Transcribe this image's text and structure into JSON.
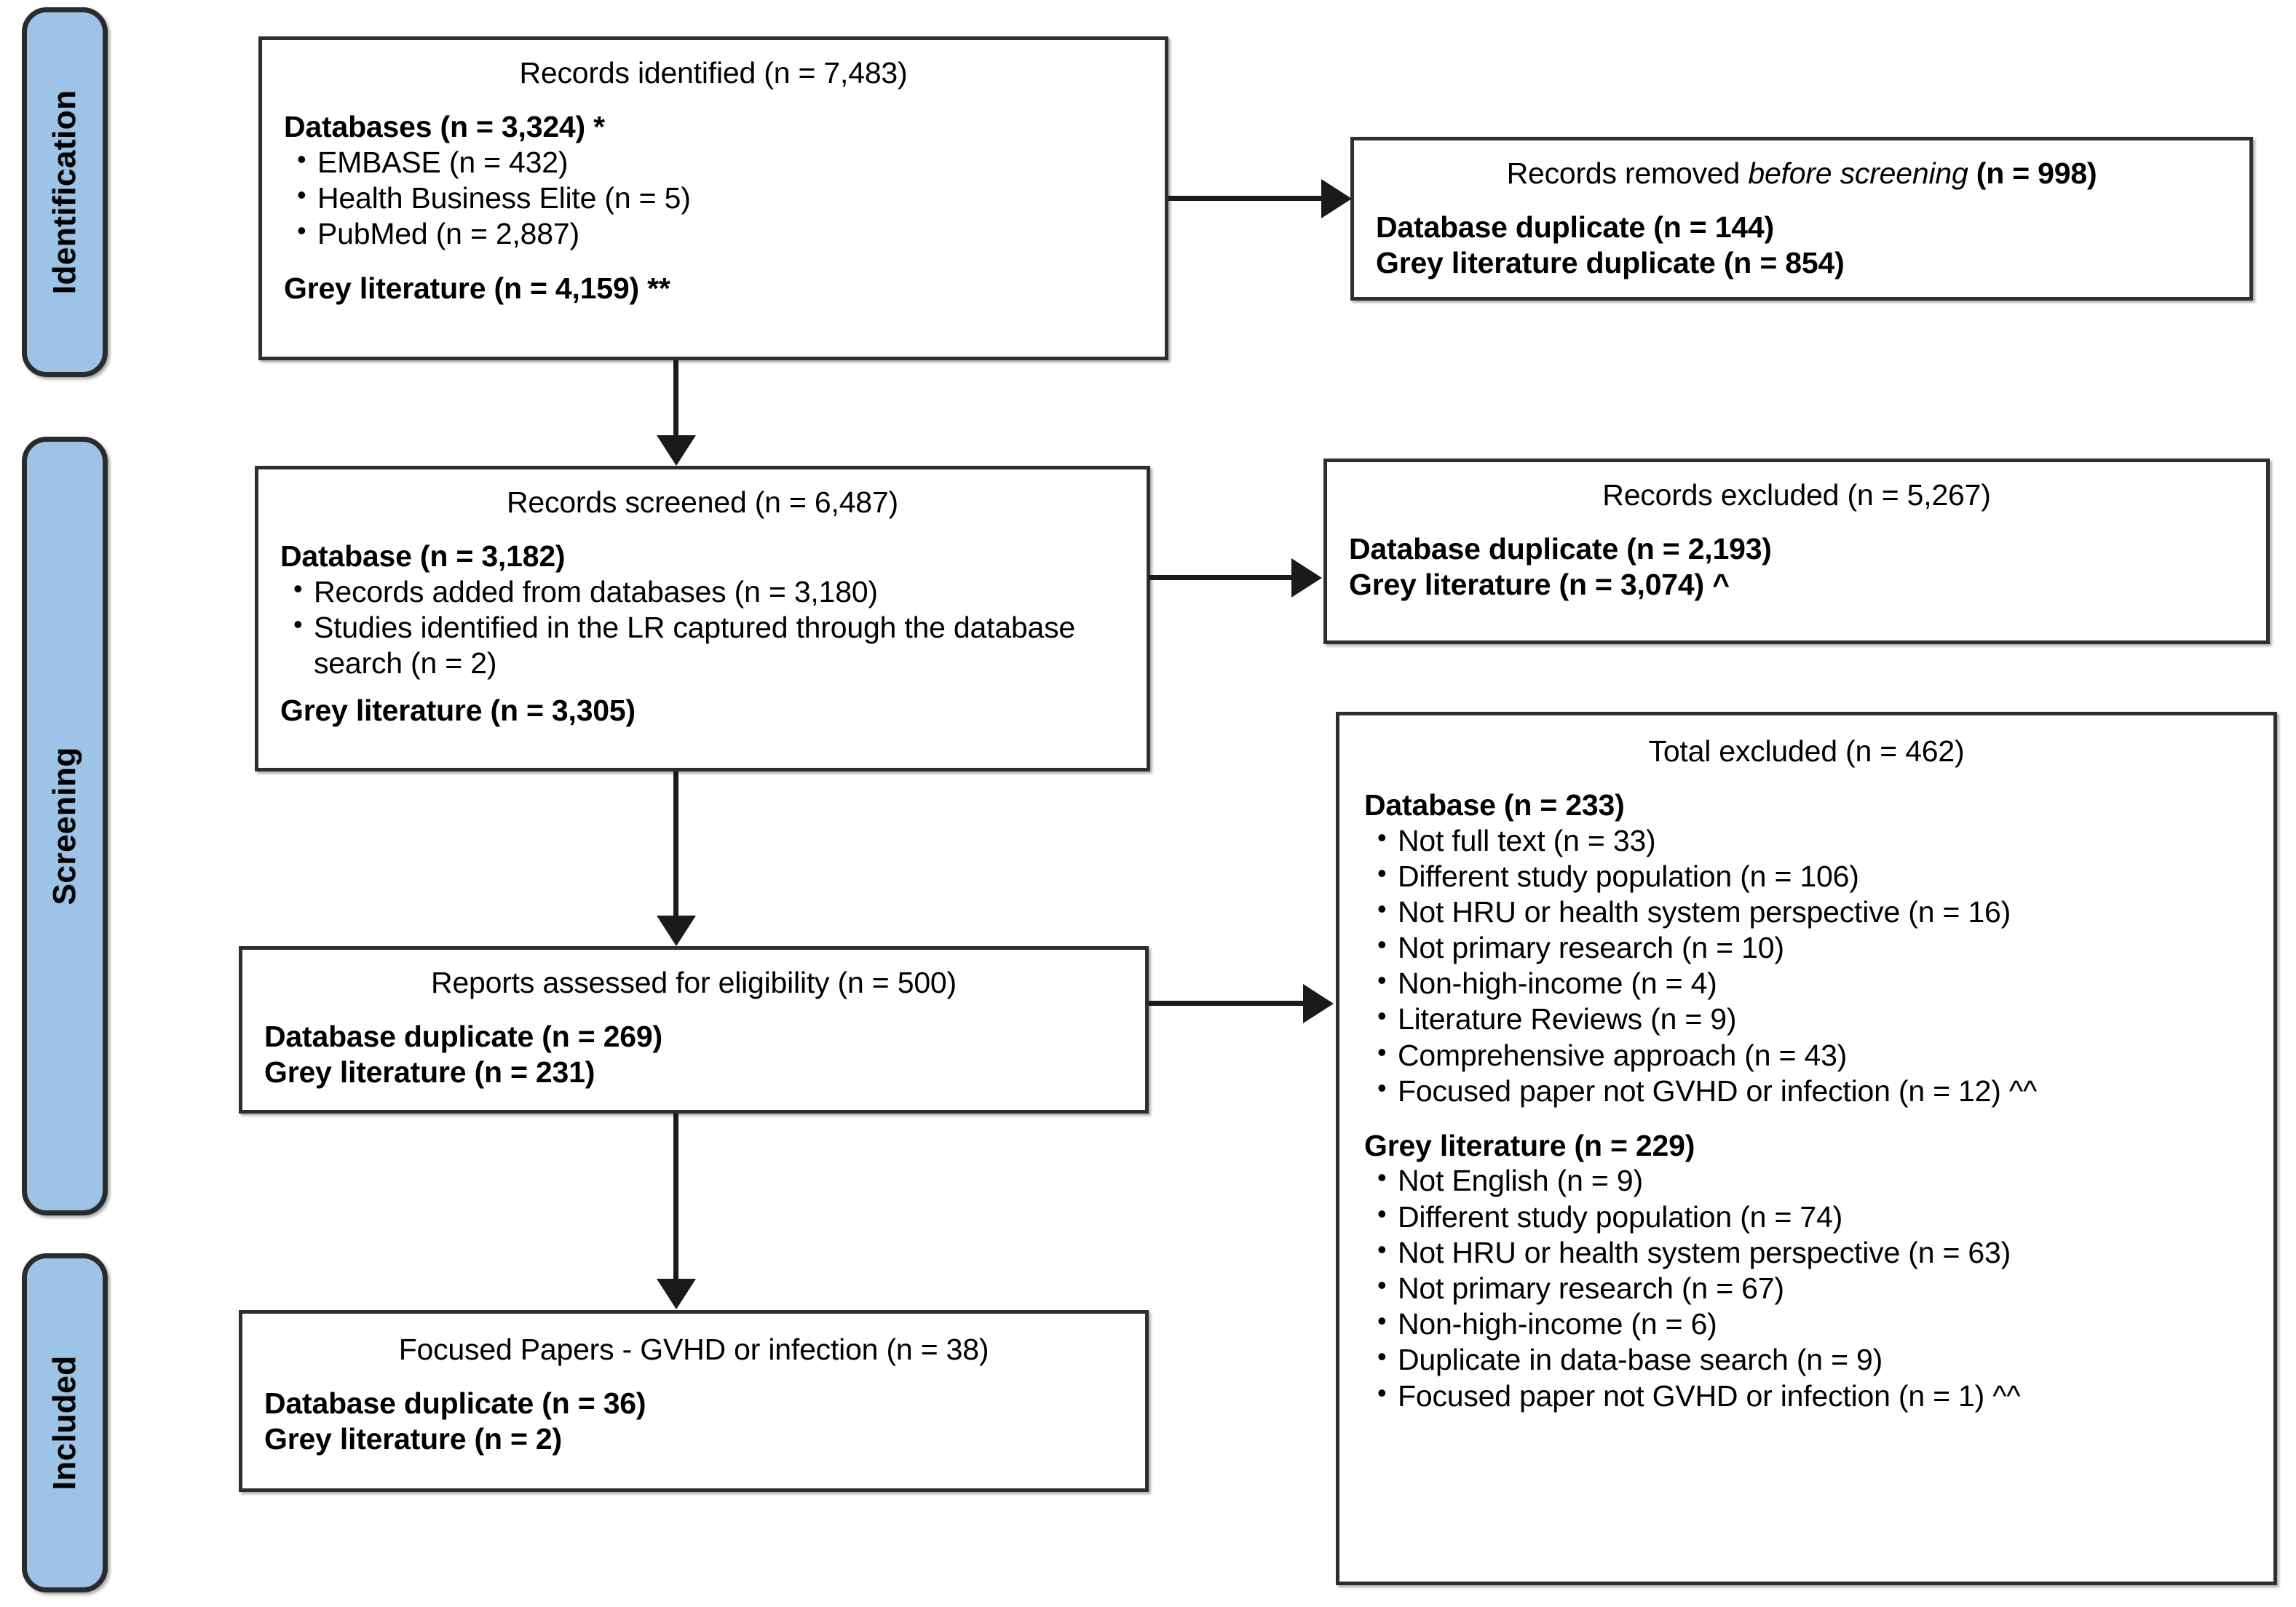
{
  "diagram": {
    "type": "prisma-flow-diagram",
    "stages": [
      {
        "id": "identification",
        "label": "Identification"
      },
      {
        "id": "screening",
        "label": "Screening"
      },
      {
        "id": "included",
        "label": "Included"
      }
    ],
    "boxes": {
      "records_identified": {
        "title": "Records identified (n = 7,483)",
        "db_heading": "Databases (n = 3,324) *",
        "db_bullets": [
          "EMBASE  (n = 432)",
          "Health Business Elite (n = 5)",
          "PubMed (n = 2,887)"
        ],
        "grey_line": "Grey literature (n = 4,159) **"
      },
      "records_removed": {
        "title_prefix": "Records removed ",
        "title_italic": "before screening",
        "title_suffix": " (n = 998)",
        "lines": [
          "Database duplicate (n = 144)",
          "Grey literature duplicate (n = 854)"
        ]
      },
      "records_screened": {
        "title": "Records screened (n = 6,487)",
        "db_heading": "Database  (n = 3,182)",
        "db_bullets": [
          "Records added from databases (n = 3,180)",
          "Studies identified in the LR captured through the database search (n = 2)"
        ],
        "grey_line": "Grey literature (n = 3,305)"
      },
      "records_excluded": {
        "title": "Records excluded (n = 5,267)",
        "lines": [
          "Database duplicate (n = 2,193)",
          "Grey literature (n = 3,074) ^"
        ]
      },
      "reports_assessed": {
        "title": "Reports assessed for eligibility (n = 500)",
        "lines": [
          "Database duplicate (n = 269)",
          "Grey literature (n = 231)"
        ]
      },
      "total_excluded": {
        "title": "Total excluded (n = 462)",
        "database_heading": "Database (n = 233)",
        "database_bullets": [
          "Not full text (n = 33)",
          "Different study population (n = 106)",
          "Not HRU or health system perspective (n = 16)",
          "Not primary research (n = 10)",
          "Non-high-income (n = 4)",
          "Literature Reviews (n = 9)",
          "Comprehensive approach (n = 43)",
          "Focused paper not GVHD or infection (n = 12) ^^"
        ],
        "grey_heading": "Grey literature (n = 229)",
        "grey_bullets": [
          "Not English (n = 9)",
          "Different study population (n = 74)",
          "Not HRU or health system perspective (n = 63)",
          "Not primary research (n = 67)",
          "Non-high-income (n = 6)",
          "Duplicate in data-base search (n = 9)",
          "Focused paper not GVHD or infection (n = 1) ^^"
        ]
      },
      "focused_papers": {
        "title": "Focused Papers - GVHD or  infection  (n = 38)",
        "lines": [
          "Database duplicate (n = 36)",
          "Grey literature (n = 2)"
        ]
      }
    },
    "colors": {
      "stage_tab_fill": "#9dc3e6",
      "stage_tab_border": "#2b2b2b",
      "box_border": "#2f2f2f",
      "connector": "#1a1a1a",
      "background": "#ffffff"
    }
  }
}
